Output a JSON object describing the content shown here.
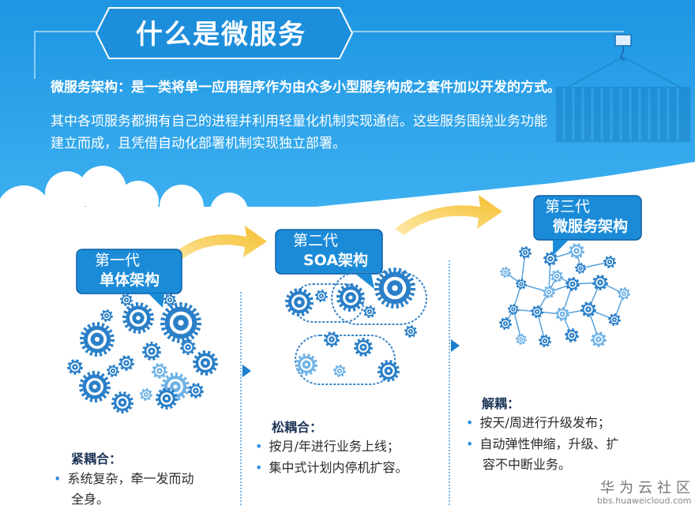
{
  "title": "什么是微服务",
  "definition": "微服务架构：是一类将单一应用程序作为由众多小型服务构成之套件加以开发的方式。",
  "description_lines": [
    "其中各项服务都拥有自己的进程并利用轻量化机制实现通信。这些服务围绕业务功能",
    "建立而成，且凭借自动化部署机制实现独立部署。"
  ],
  "generations": [
    {
      "label_line1": "第一代",
      "label_line2": "单体架构",
      "heading": "紧耦合：",
      "bullets": [
        "系统复杂，牵一发而动",
        "全身。"
      ]
    },
    {
      "label_line1": "第二代",
      "label_line2": "SOA架构",
      "heading": "松耦合：",
      "bullets": [
        "按月/年进行业务上线；",
        "集中式计划内停机扩容。"
      ]
    },
    {
      "label_line1": "第三代",
      "label_line2": "微服务架构",
      "heading": "解耦：",
      "bullets": [
        "按天/周进行升级发布；",
        "自动弹性伸缩，升级、扩",
        "容不中断业务。"
      ]
    }
  ],
  "watermark": {
    "site": "华为云社区",
    "url": "bbs.huaweicloud.com"
  },
  "colors": {
    "sky_blue": "#2a9fe6",
    "callout_blue": "#1b8bd8",
    "gear_blue": "#2a7fc8",
    "arrow_yellow": "#f7c74a"
  }
}
